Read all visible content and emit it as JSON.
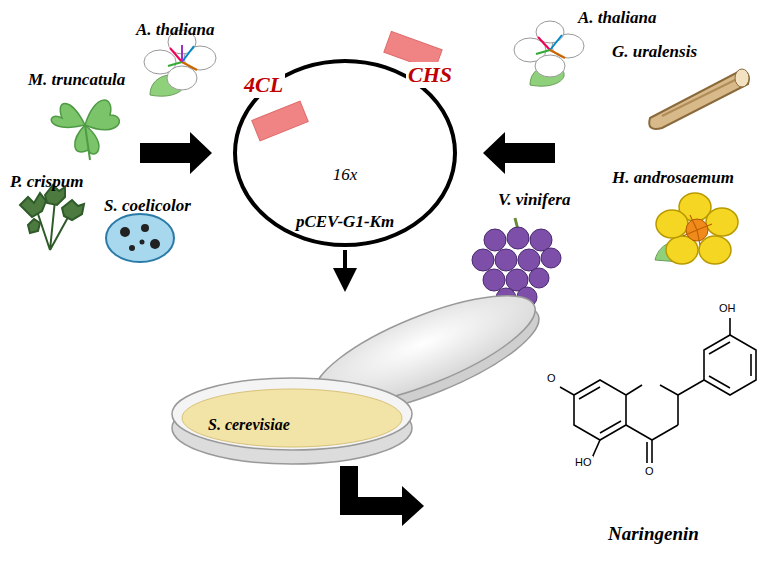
{
  "diagram": {
    "nodes": [
      {
        "text": [
          "16x",
          "pCEV-G1-Km"
        ]
      },
      {
        "text": [
          "4CL"
        ]
      },
      {
        "text": [
          "CHS"
        ]
      },
      {
        "text": [
          "S. cerevisiae"
        ]
      }
    ],
    "edges": [
      {
        "from": 0,
        "to": 3,
        "arrow": "to"
      }
    ],
    "labels": [
      "A. thaliana",
      "M. truncatula",
      "P. crispum",
      "S. coelicolor",
      "A. thaliana",
      "G. uralensis",
      "H. androsaemum",
      "V. vinifera",
      "O",
      "OH",
      "HO",
      "O",
      "Naringenin"
    ]
  }
}
